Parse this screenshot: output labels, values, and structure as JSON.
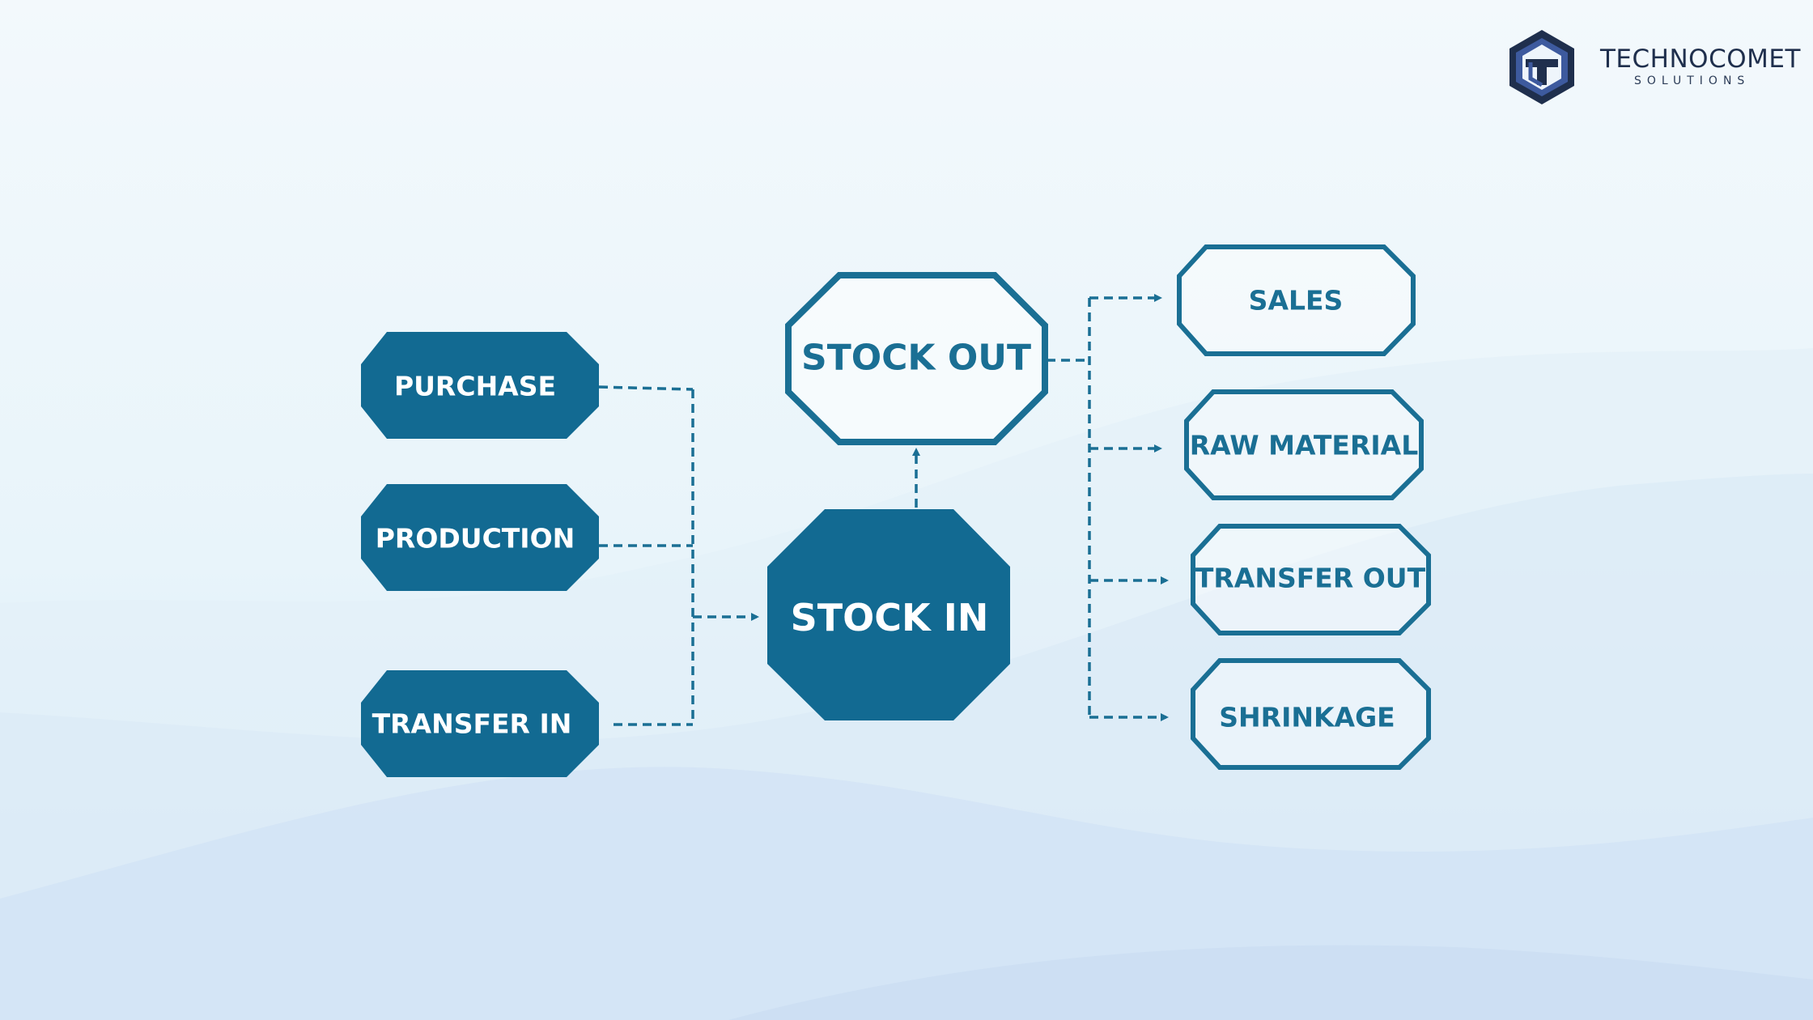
{
  "colors": {
    "primary": "#126a92",
    "outline": "#1a6f94",
    "white": "#ffffff",
    "logo_dark": "#1f2f4d",
    "logo_blue": "#3d5a9e"
  },
  "logo": {
    "icon": "technocomet-logo-icon",
    "name": "TECHNOCOMET",
    "subtitle": "SOLUTIONS"
  },
  "diagram": {
    "inputs": [
      {
        "id": "purchase",
        "label": "PURCHASE"
      },
      {
        "id": "production",
        "label": "PRODUCTION"
      },
      {
        "id": "transfer-in",
        "label": "TRANSFER IN"
      }
    ],
    "stock_in": {
      "id": "stock-in",
      "label": "STOCK IN"
    },
    "stock_out": {
      "id": "stock-out",
      "label": "STOCK OUT"
    },
    "outputs": [
      {
        "id": "sales",
        "label": "SALES"
      },
      {
        "id": "raw-material",
        "label": "RAW MATERIAL"
      },
      {
        "id": "transfer-out",
        "label": "TRANSFER OUT"
      },
      {
        "id": "shrinkage",
        "label": "SHRINKAGE"
      }
    ]
  }
}
